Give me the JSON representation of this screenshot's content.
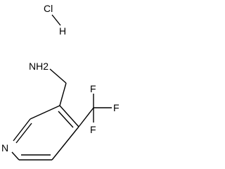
{
  "diagram_type": "chemical-structure",
  "salt": {
    "chlorine": "Cl",
    "hydrogen": "H"
  },
  "molecule": {
    "amine": "NH2",
    "ring_nitrogen": "N",
    "fluorine_1": "F",
    "fluorine_2": "F",
    "fluorine_3": "F"
  },
  "colors": {
    "ink": "#000000",
    "background": "#ffffff"
  }
}
